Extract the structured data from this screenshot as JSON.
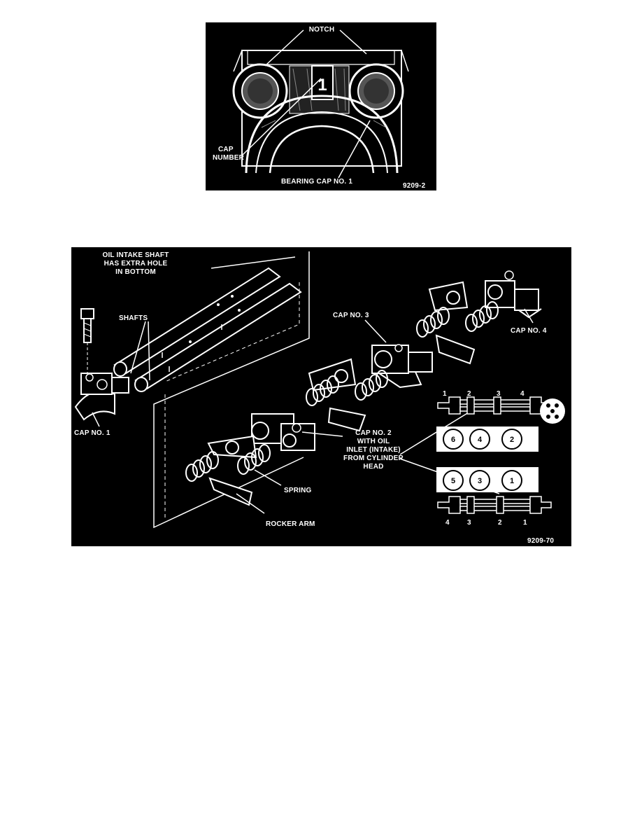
{
  "figure_1": {
    "labels": {
      "notch": "NOTCH",
      "cap_number_line1": "CAP",
      "cap_number_line2": "NUMBER",
      "cap_digit": "1",
      "bearing_cap": "BEARING CAP NO. 1"
    },
    "code": "9209-2"
  },
  "figure_2": {
    "labels": {
      "oil_shaft_line1": "OIL INTAKE SHAFT",
      "oil_shaft_line2": "HAS EXTRA HOLE",
      "oil_shaft_line3": "IN BOTTOM",
      "shafts": "SHAFTS",
      "cap3": "CAP NO. 3",
      "cap4": "CAP NO. 4",
      "cap1": "CAP NO. 1",
      "cap2_line1": "CAP NO. 2",
      "cap2_line2": "WITH OIL",
      "cap2_line3": "INLET (INTAKE)",
      "cap2_line4": "FROM CYLINDER",
      "cap2_line5": "HEAD",
      "spring": "SPRING",
      "rocker_arm": "ROCKER ARM"
    },
    "top_position_numbers": [
      "1",
      "2",
      "3",
      "4"
    ],
    "top_cylinders": [
      "6",
      "4",
      "2"
    ],
    "bottom_cylinders": [
      "5",
      "3",
      "1"
    ],
    "bottom_position_numbers": [
      "4",
      "3",
      "2",
      "1"
    ],
    "code": "9209-70"
  }
}
